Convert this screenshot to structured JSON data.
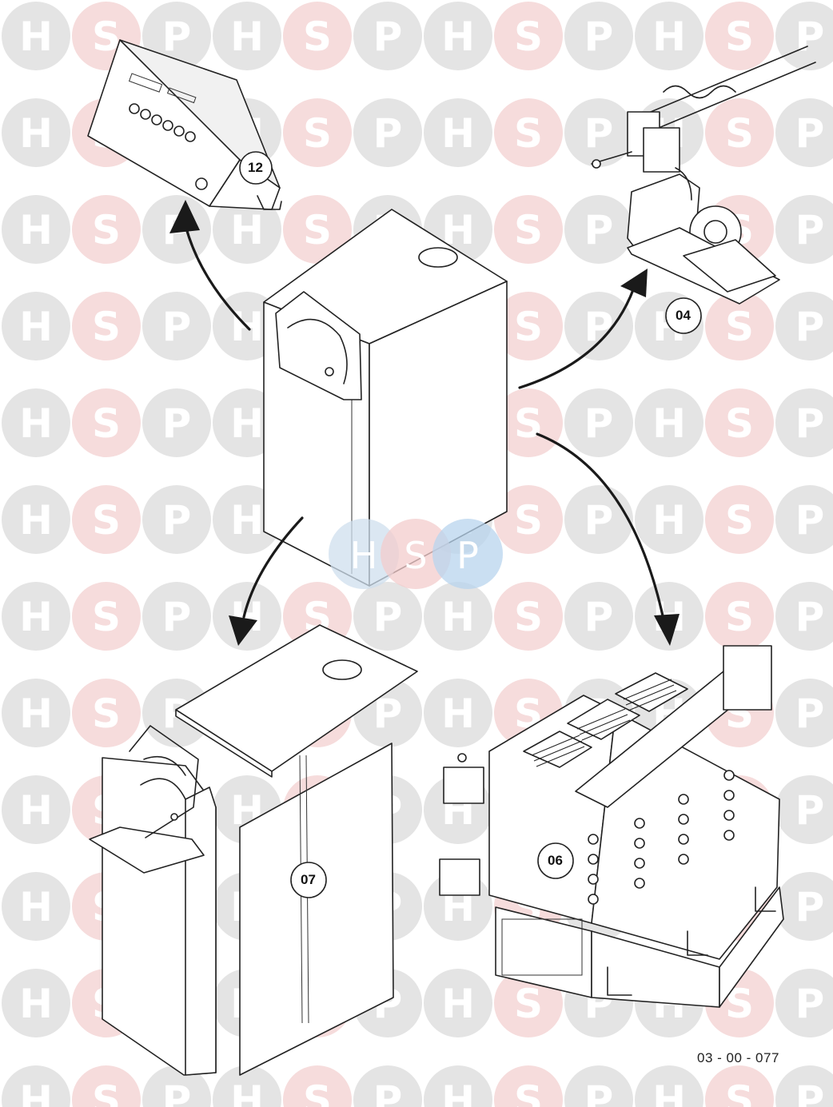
{
  "watermark": {
    "letters": [
      "H",
      "S",
      "P"
    ],
    "colors": [
      "#e4e4e4",
      "#f6dcdc",
      "#e4e4e4"
    ],
    "letter_color": "#ffffff"
  },
  "center_logo": {
    "letters": [
      "H",
      "S",
      "P"
    ],
    "colors": [
      "#cfdfee",
      "#f3cccc",
      "#b8d4ee"
    ]
  },
  "callouts": [
    {
      "id": "12",
      "label": "12"
    },
    {
      "id": "04",
      "label": "04"
    },
    {
      "id": "07",
      "label": "07"
    },
    {
      "id": "06",
      "label": "06"
    }
  ],
  "drawing_code": "03 - 00 - 077"
}
